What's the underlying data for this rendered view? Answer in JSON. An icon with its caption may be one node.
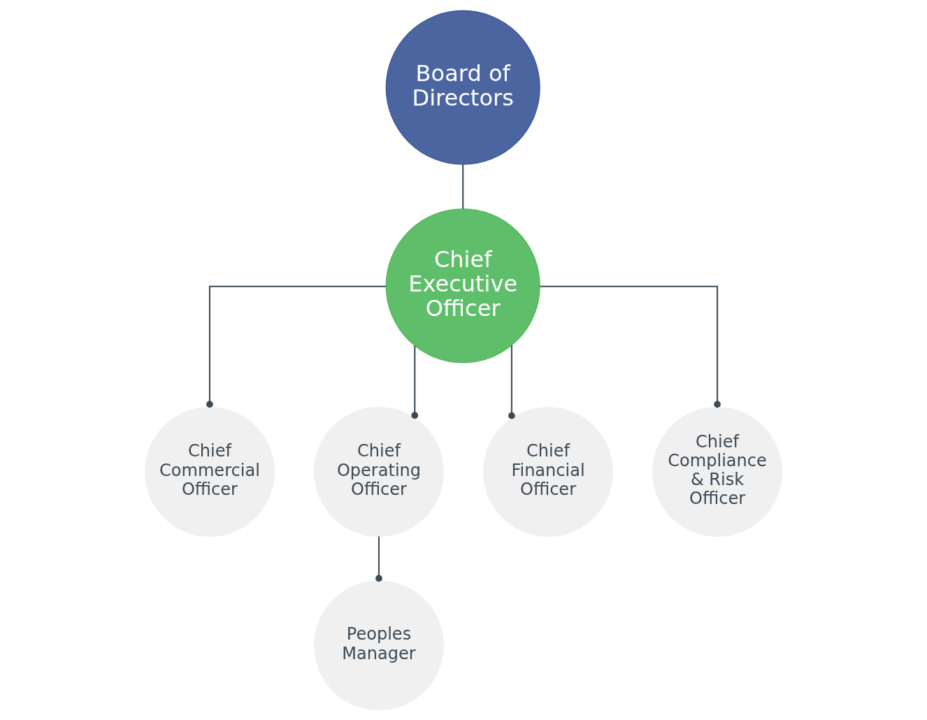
{
  "diagram": {
    "nodes": [
      {
        "text": [
          "Board of Directors"
        ]
      },
      {
        "text": [
          "Chief Executive Officer"
        ]
      },
      {
        "text": [
          "Chief Commercial Officer"
        ]
      },
      {
        "text": [
          "Chief Operating Officer"
        ]
      },
      {
        "text": [
          "Chief Financial Officer"
        ]
      },
      {
        "text": [
          "Chief Compliance & Risk Officer"
        ]
      },
      {
        "text": [
          "Peoples Manager"
        ]
      }
    ],
    "edges": [
      {
        "from": 0,
        "to": 1,
        "arrow": "none"
      },
      {
        "from": 1,
        "to": 2,
        "arrow": "other"
      },
      {
        "from": 1,
        "to": 3,
        "arrow": "other"
      },
      {
        "from": 1,
        "to": 4,
        "arrow": "other"
      },
      {
        "from": 1,
        "to": 5,
        "arrow": "other"
      },
      {
        "from": 3,
        "to": 6,
        "arrow": "other"
      }
    ]
  }
}
